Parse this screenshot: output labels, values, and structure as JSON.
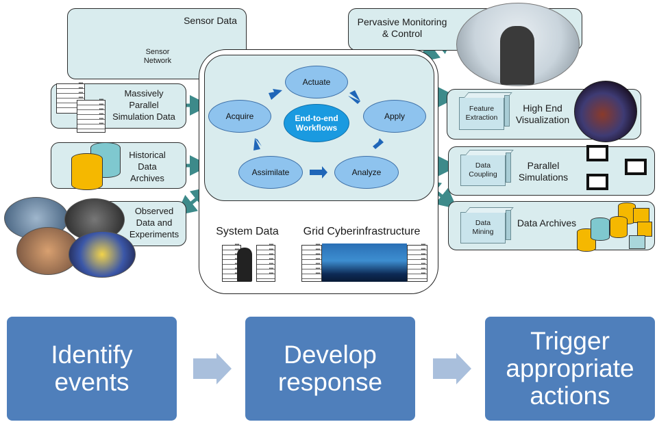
{
  "panels": {
    "sensor_data": {
      "title": "Sensor Data",
      "network_label": "Sensor\nNetwork"
    },
    "monitoring": {
      "title": "Pervasive Monitoring\n& Control"
    },
    "simulation": {
      "title": "Massively\nParallel\nSimulation Data"
    },
    "historical": {
      "title": "Historical\nData\nArchives"
    },
    "observed": {
      "title": "Observed\nData and\nExperiments"
    },
    "visualization": {
      "title": "High End\nVisualization",
      "box": "Feature\nExtraction"
    },
    "parallel": {
      "title": "Parallel\nSimulations",
      "box": "Data\nCoupling"
    },
    "archives": {
      "title": "Data Archives",
      "box": "Data\nMining"
    }
  },
  "cycle": {
    "center": "End-to-end\nWorkflows",
    "nodes": [
      "Actuate",
      "Acquire",
      "Apply",
      "Assimilate",
      "Analyze"
    ]
  },
  "bottom_labels": {
    "system_data": "System Data",
    "grid": "Grid Cyberinfrastructure"
  },
  "steps": [
    "Identify\nevents",
    "Develop\nresponse",
    "Trigger\nappropriate\nactions"
  ],
  "colors": {
    "panel": "#d9ecee",
    "node": "#8ec3ee",
    "center": "#1a9ae0",
    "arrow_teal": "#3d8a8a",
    "arrow_blue": "#1f66b8",
    "step": "#4f7fbb",
    "chevron": "#a9bfdc"
  }
}
